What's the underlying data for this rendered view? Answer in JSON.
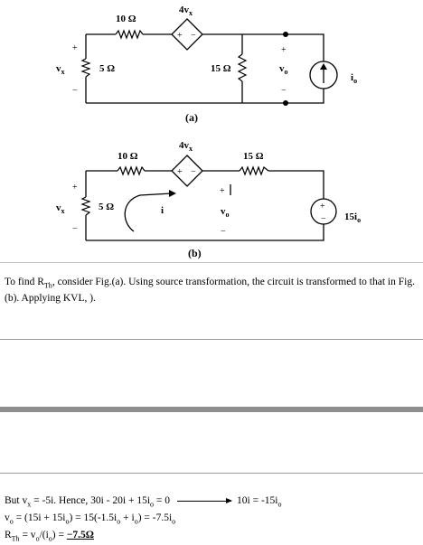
{
  "circuit_a": {
    "r1": "10 Ω",
    "r2": "5 Ω",
    "r3": "15 Ω",
    "dep_source": "4v",
    "dep_source_sub": "x",
    "vx": "v",
    "vx_sub": "x",
    "vo": "v",
    "vo_sub": "o",
    "io": "i",
    "io_sub": "o",
    "plus": "+",
    "minus": "−",
    "caption": "(a)"
  },
  "circuit_b": {
    "r1": "10 Ω",
    "r2": "5 Ω",
    "r3": "15 Ω",
    "dep_source": "4v",
    "dep_source_sub": "x",
    "vx": "v",
    "vx_sub": "x",
    "vo": "v",
    "vo_sub": "o",
    "loop_current": "i",
    "source": "15i",
    "source_sub": "o",
    "plus": "+",
    "minus": "−",
    "caption": "(b)"
  },
  "description": {
    "p1": "To find R",
    "p1_sub": "Th",
    "p2": ", consider Fig.(a).  Using source transformation, the circuit is transformed to that in Fig. (b).  Applying KVL, )."
  },
  "answer": {
    "l1_a": "But v",
    "l1_a_sub": "x",
    "l1_b": " = -5i.  Hence, 30i - 20i + 15i",
    "l1_b_sub": "o",
    "l1_c": " = 0",
    "l1_d": "10i = -15i",
    "l1_d_sub": "o",
    "l2_a": "v",
    "l2_a_sub": "o",
    "l2_b": " = (15i + 15i",
    "l2_b_sub": "o",
    "l2_c": ") = 15(-1.5i",
    "l2_c_sub": "o",
    "l2_d": " + i",
    "l2_d_sub": "o",
    "l2_e": ") = -7.5i",
    "l2_e_sub": "o",
    "l3_a": "R",
    "l3_a_sub": "Th",
    "l3_b": " = v",
    "l3_b_sub": "o",
    "l3_c": "/(i",
    "l3_c_sub": "o",
    "l3_d": ") = ",
    "l3_e": "−7.5Ω"
  }
}
